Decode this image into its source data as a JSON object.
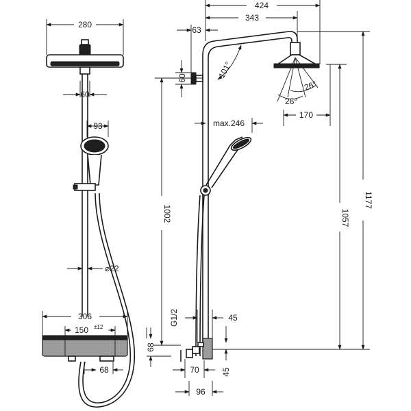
{
  "dimensions": {
    "head_width": "280",
    "arm_holder_width": "60",
    "handshower_width": "93",
    "hose_diameter": "⌀22",
    "thermostat_width": "306",
    "connection_spacing": "150",
    "connection_tolerance": "±12",
    "thermostat_depth": "68",
    "thermostat_height": "68",
    "total_reach": "424",
    "arm_reach": "343",
    "wall_offset": "63",
    "holder_height": "60",
    "arm_angle": "101°",
    "swivel_angle_a": "26°",
    "swivel_angle_b": "26°",
    "head_diameter": "170",
    "max_handshower": "max.246",
    "riser_height": "1002",
    "head_height": "1057",
    "total_height": "1177",
    "thread": "G1/2",
    "wall_distance_top": "45",
    "wall_distance_bottom": "45",
    "depth_70": "70",
    "depth_96": "96"
  }
}
